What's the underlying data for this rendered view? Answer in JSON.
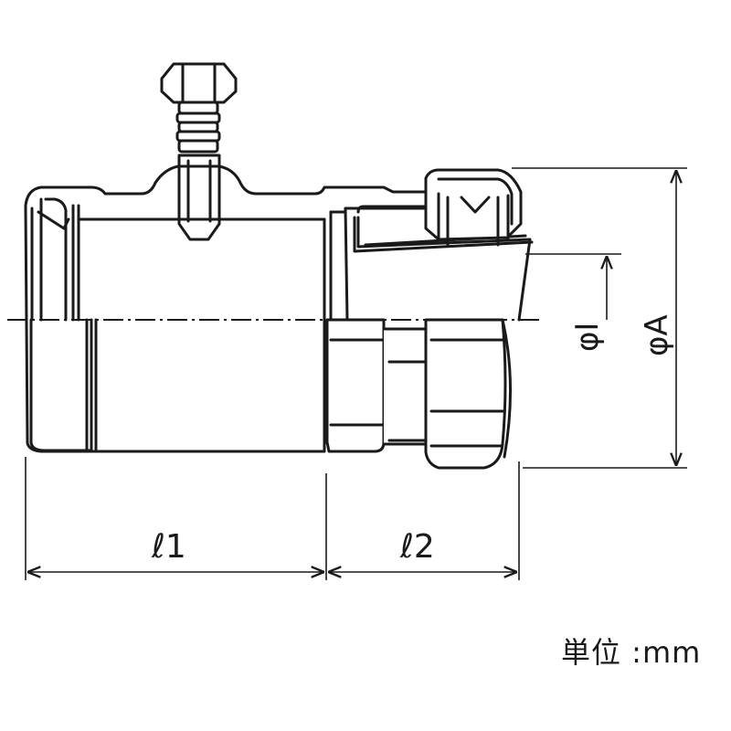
{
  "labels": {
    "l1": "ℓ1",
    "l2": "ℓ2",
    "phi_i": "φI",
    "phi_a": "φA"
  },
  "unit_label": "単位 :mm",
  "colors": {
    "line": "#1a1a1a",
    "background": "#ffffff"
  }
}
